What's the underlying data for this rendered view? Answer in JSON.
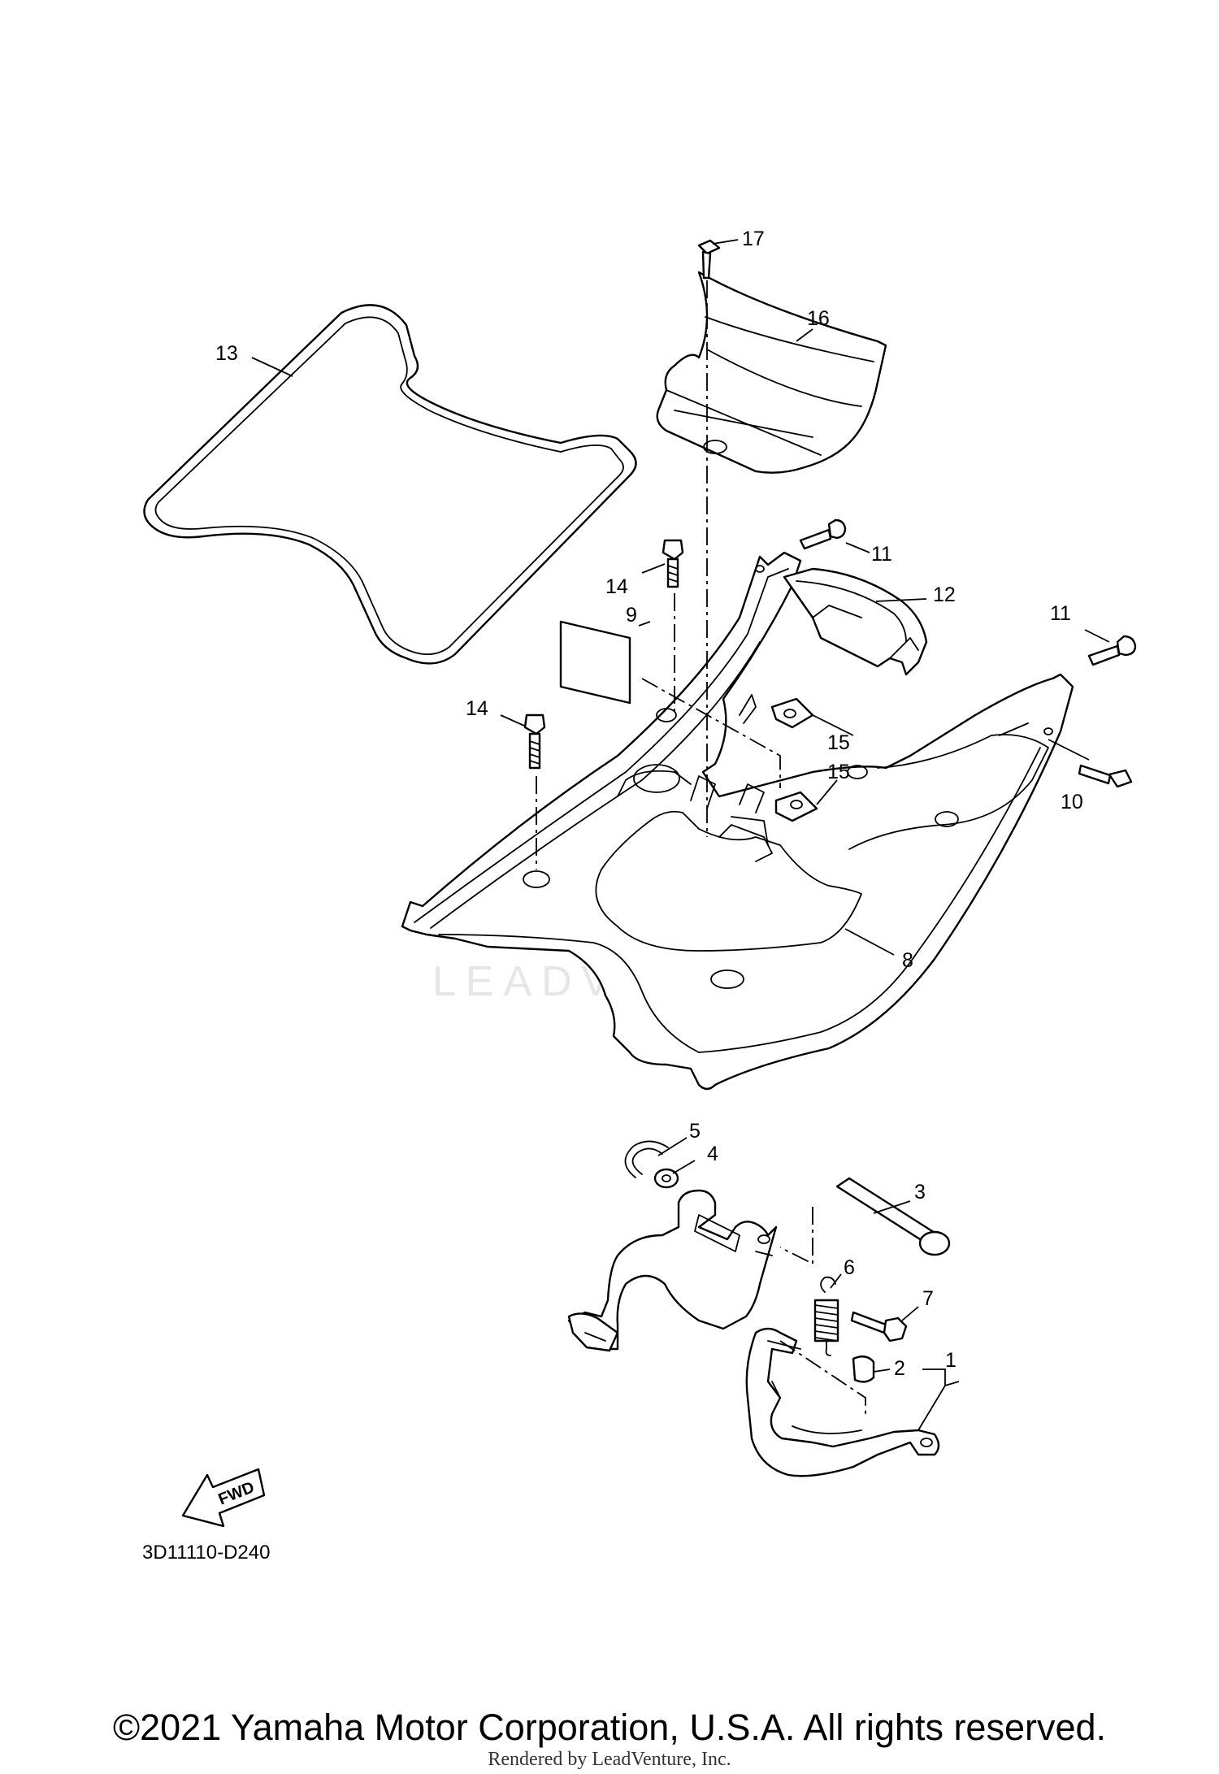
{
  "diagram": {
    "callouts": [
      "1",
      "2",
      "3",
      "4",
      "5",
      "6",
      "7",
      "8",
      "9",
      "10",
      "11",
      "11",
      "12",
      "13",
      "14",
      "14",
      "15",
      "15",
      "16",
      "17"
    ],
    "diagram_code": "3D11110-D240",
    "fwd_label": "FWD",
    "watermark": "LEADVENTURE"
  },
  "footer": {
    "copyright": "©2021 Yamaha Motor Corporation, U.S.A. All rights reserved.",
    "rendered_by": "Rendered by LeadVenture, Inc."
  }
}
